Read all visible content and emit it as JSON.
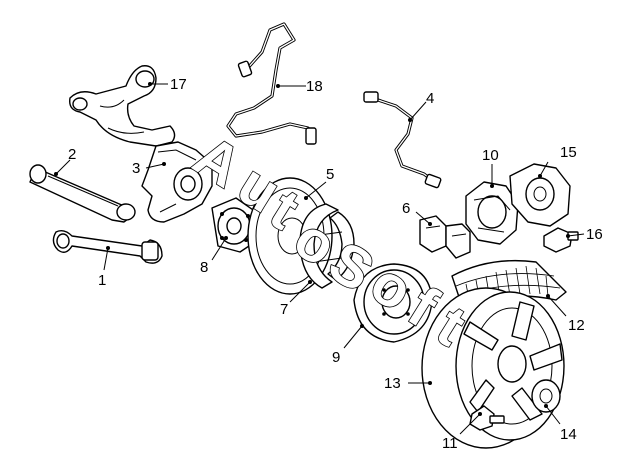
{
  "callouts": {
    "c1": "1",
    "c2": "2",
    "c3": "3",
    "c4": "4",
    "c5": "5",
    "c6": "6",
    "c7": "7",
    "c8": "8",
    "c9": "9",
    "c10": "10",
    "c11": "11",
    "c12": "12",
    "c13": "13",
    "c14": "14",
    "c15": "15",
    "c16": "16",
    "c17": "17",
    "c18": "18"
  },
  "watermark": {
    "letters": [
      "A",
      "u",
      "t",
      "o",
      "S",
      "o",
      "f",
      "t"
    ]
  },
  "colors": {
    "line": "#000000",
    "fill": "#ffffff"
  }
}
